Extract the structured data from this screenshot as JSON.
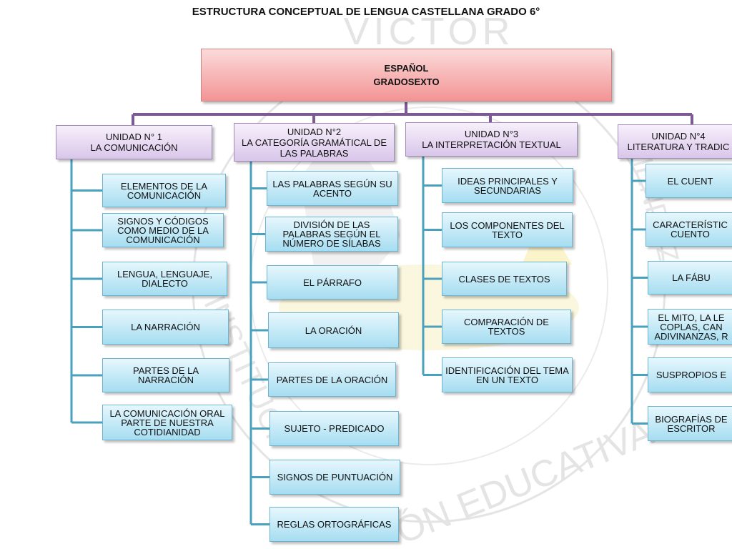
{
  "title": "ESTRUCTURA CONCEPTUAL DE LENGUA CASTELLANA GRADO 6°",
  "watermark": {
    "text_top": "VICTOR",
    "text_bottom": "ÓN EDUCATIVA",
    "text_left": "INSTITUCI",
    "text_right": "MENDOZA"
  },
  "root": {
    "line1": "ESPAÑOL",
    "line2": "GRADOSEXTO"
  },
  "units": [
    {
      "line1": "UNIDAD N° 1",
      "line2": "LA COMUNICACIÓN",
      "items": [
        "ELEMENTOS DE LA COMUNICACIÓN",
        "SIGNOS Y CÓDIGOS COMO MEDIO DE LA COMUNICACIÓN",
        "LENGUA, LENGUAJE, DIALECTO",
        "LA NARRACIÓN",
        "PARTES DE LA NARRACIÓN",
        "LA COMUNICACIÓN ORAL PARTE DE NUESTRA COTIDIANIDAD"
      ]
    },
    {
      "line1": "UNIDAD N°2",
      "line2": "LA CATEGORÍA GRAMÁTICAL DE LAS PALABRAS",
      "items": [
        "LAS PALABRAS SEGÚN SU ACENTO",
        "DIVISIÓN DE LAS PALABRAS SEGÚN EL NÚMERO DE SÍLABAS",
        "EL PÁRRAFO",
        "LA ORACIÓN",
        "PARTES DE LA ORACIÓN",
        "SUJETO - PREDICADO",
        "SIGNOS DE PUNTUACIÓN",
        "REGLAS ORTOGRÁFICAS"
      ]
    },
    {
      "line1": "UNIDAD N°3",
      "line2": "LA INTERPRETACIÓN TEXTUAL",
      "items": [
        "IDEAS PRINCIPALES Y SECUNDARIAS",
        "LOS COMPONENTES DEL TEXTO",
        "CLASES DE TEXTOS",
        "COMPARACIÓN DE TEXTOS",
        "IDENTIFICACIÓN DEL TEMA EN UN TEXTO"
      ]
    },
    {
      "line1": "UNIDAD N°4",
      "line2": "LITERATURA Y TRADIC",
      "items": [
        "EL CUENT",
        "CARACTERÍSTIC CUENTO",
        "LA FÁBU",
        "EL MITO, LA LE COPLAS, CAN ADIVINANZAS, R",
        "SUSPROPIOS E",
        "BIOGRAFÍAS DE ESCRITOR"
      ]
    }
  ]
}
